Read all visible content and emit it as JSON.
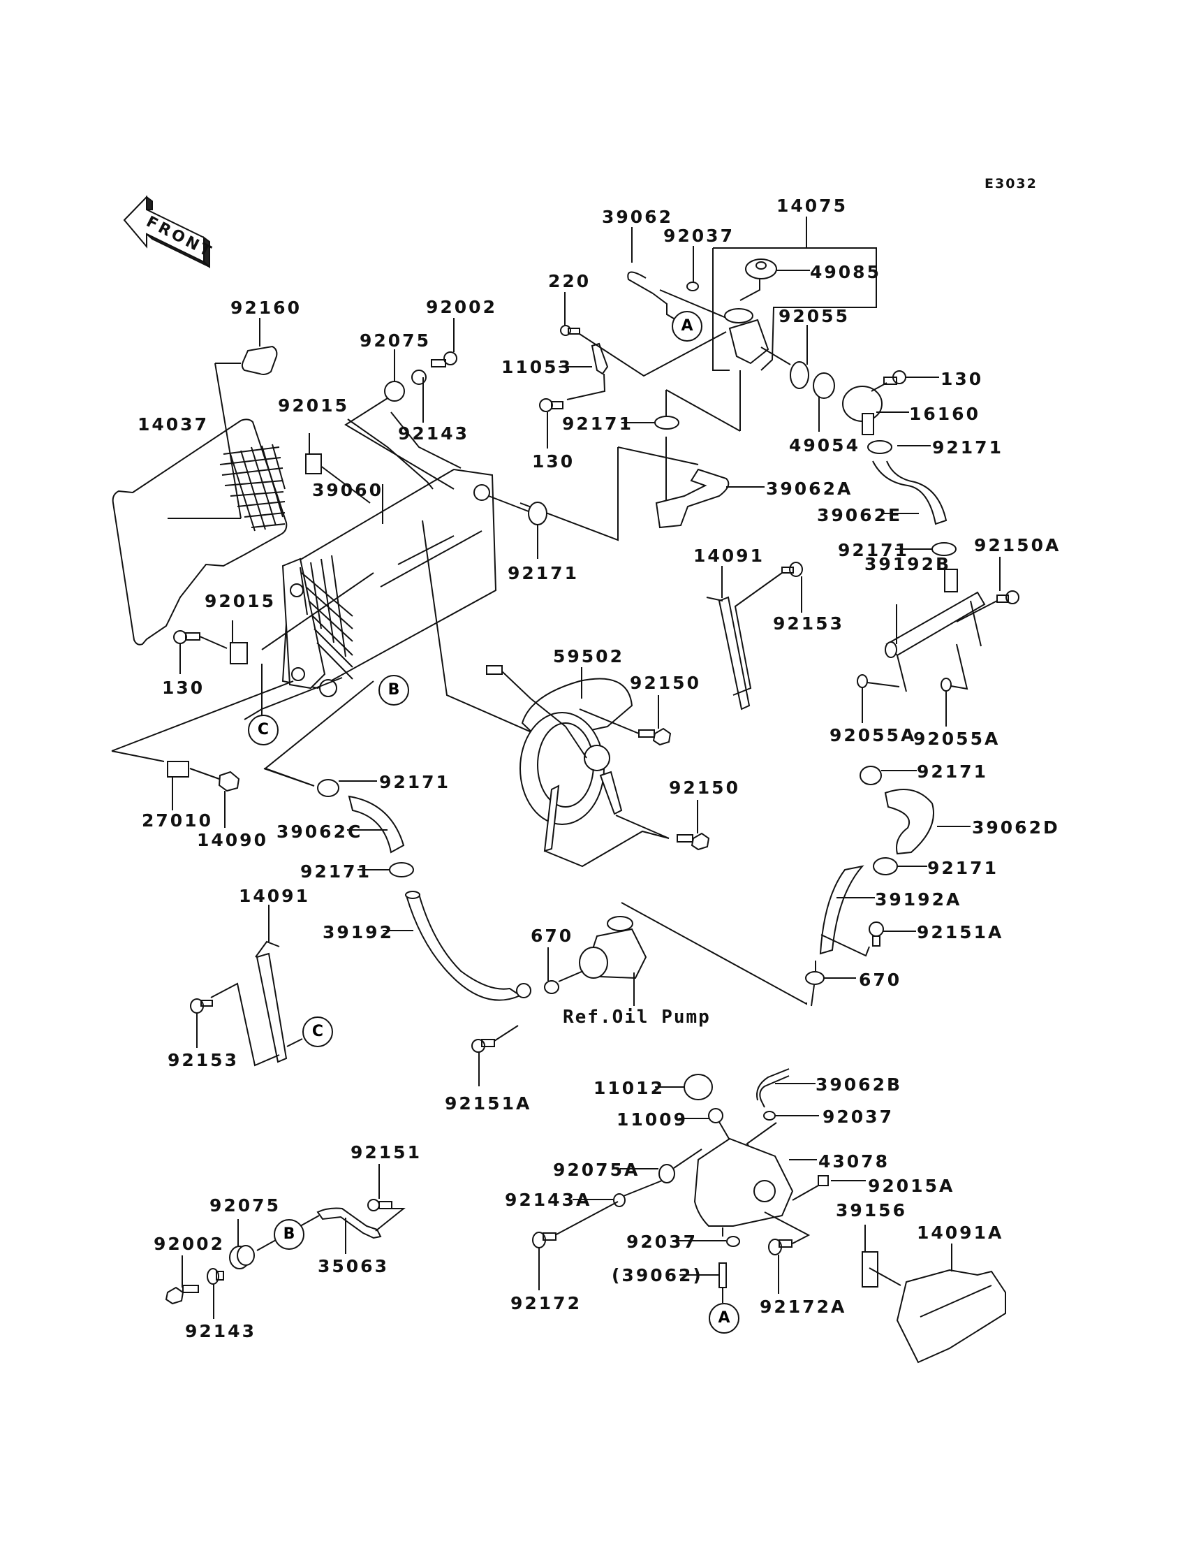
{
  "diagram": {
    "code": "E3032",
    "orientation": "FRONT",
    "reference_note": "Ref.Oil Pump",
    "ref_markers": [
      "A",
      "B",
      "C"
    ]
  },
  "labels": {
    "p39062": "39062",
    "p92037_top": "92037",
    "p14075": "14075",
    "p49085": "49085",
    "p220": "220",
    "p92055": "92055",
    "p11053": "11053",
    "p130_top_right": "130",
    "p16160": "16160",
    "p130_mid": "130",
    "p92171_a": "92171",
    "p49054": "49054",
    "p92171_b": "92171",
    "p92160": "92160",
    "p92002_top": "92002",
    "p92075_top": "92075",
    "p92143_top": "92143",
    "p92015_top": "92015",
    "p14037": "14037",
    "p39060": "39060",
    "p39062A": "39062A",
    "p39062E": "39062E",
    "p92171_c": "92171",
    "p92150A": "92150A",
    "p14091_mid": "14091",
    "p92153_mid": "92153",
    "p39192B": "39192B",
    "p92015_mid": "92015",
    "p130_left": "130",
    "p92171_d": "92171",
    "p59502": "59502",
    "p92150_a": "92150",
    "p92055A_a": "92055A",
    "p92055A_b": "92055A",
    "p27010": "27010",
    "p14090": "14090",
    "p92171_e": "92171",
    "p39062C": "39062C",
    "p92150_b": "92150",
    "p92171_f": "92171",
    "p39062D": "39062D",
    "p92171_g": "92171",
    "p92171_h": "92171",
    "p14091_left": "14091",
    "p39192": "39192",
    "p39192A": "39192A",
    "p92151A_right": "92151A",
    "p670_left": "670",
    "p670_right": "670",
    "p92153_left": "92153",
    "p92151A_bottom": "92151A",
    "p11012": "11012",
    "p39062B": "39062B",
    "p11009": "11009",
    "p92037_mid": "92037",
    "p43078": "43078",
    "p92075A": "92075A",
    "p92015A": "92015A",
    "p92143A": "92143A",
    "p39156": "39156",
    "p14091A": "14091A",
    "p92037_low": "92037",
    "p39062_paren": "(39062)",
    "p92172": "92172",
    "p92172A": "92172A",
    "p92151": "92151",
    "p92075_bottom": "92075",
    "p92002_bottom": "92002",
    "p35063": "35063",
    "p92143_bottom": "92143"
  }
}
